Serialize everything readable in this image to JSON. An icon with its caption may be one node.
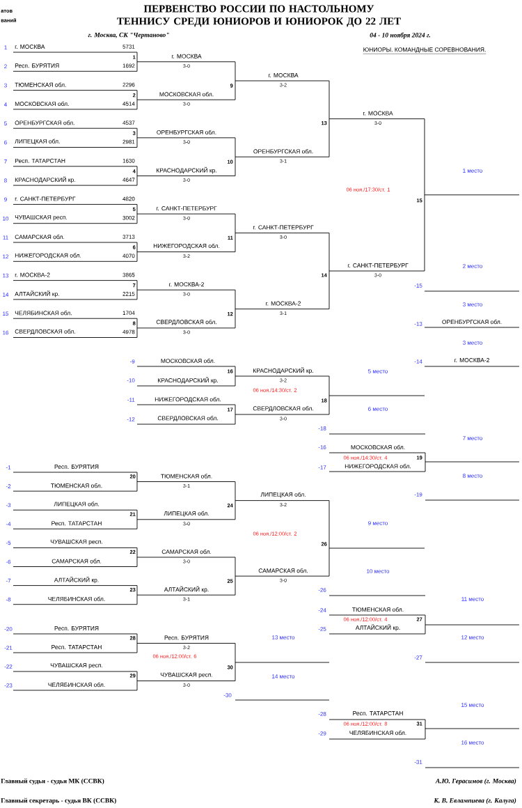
{
  "diagram": {
    "title": "ПЕРВЕНСТВО РОССИИ ПО НАСТОЛЬНОМУ ТЕННИСУ СРЕДИ ЮНИОРОВ И ЮНИОРОК ДО 22 ЛЕТ",
    "labels": [
      "атов",
      "ваний",
      "г. Москва, СК \"Чертаново\"",
      "04 - 10 ноября 2024 г.",
      "ЮНИОРЫ. КОМАНДНЫЕ СОРЕВНОВАНИЯ.",
      "1",
      "г. МОСКВА",
      "5731",
      "1",
      "2",
      "Респ. БУРЯТИЯ",
      "1692",
      "3",
      "ТЮМЕНСКАЯ обл.",
      "2296",
      "2",
      "4",
      "МОСКОВСКАЯ обл.",
      "4514",
      "5",
      "ОРЕНБУРГСКАЯ обл.",
      "4537",
      "3",
      "6",
      "ЛИПЕЦКАЯ обл.",
      "2981",
      "7",
      "Респ. ТАТАРСТАН",
      "1630",
      "4",
      "8",
      "КРАСНОДАРСКИЙ кр.",
      "4647",
      "9",
      "г. САНКТ-ПЕТЕРБУРГ",
      "4820",
      "5",
      "10",
      "ЧУВАШСКАЯ респ.",
      "3002",
      "11",
      "САМАРСКАЯ обл.",
      "3713",
      "6",
      "12",
      "НИЖЕГОРОДСКАЯ обл.",
      "4070",
      "13",
      "г. МОСКВА-2",
      "3865",
      "7",
      "14",
      "АЛТАЙСКИЙ кр.",
      "2215",
      "15",
      "ЧЕЛЯБИНСКАЯ обл.",
      "1704",
      "8",
      "16",
      "СВЕРДЛОВСКАЯ обл.",
      "4978",
      "г. МОСКВА",
      "3-0",
      "МОСКОВСКАЯ обл.",
      "3-0",
      "ОРЕНБУРГСКАЯ обл.",
      "3-0",
      "КРАСНОДАРСКИЙ кр.",
      "3-0",
      "г. САНКТ-ПЕТЕРБУРГ",
      "3-0",
      "НИЖЕГОРОДСКАЯ обл.",
      "3-2",
      "г. МОСКВА-2",
      "3-0",
      "СВЕРДЛОВСКАЯ обл.",
      "3-0",
      "9",
      "г. МОСКВА",
      "3-2",
      "10",
      "ОРЕНБУРГСКАЯ обл.",
      "3-1",
      "11",
      "г. САНКТ-ПЕТЕРБУРГ",
      "3-0",
      "12",
      "г. МОСКВА-2",
      "3-1",
      "13",
      "г. МОСКВА",
      "3-0",
      "14",
      "г. САНКТ-ПЕТЕРБУРГ",
      "3-0",
      "15",
      "06 ноя./17:30/ст. 1",
      "1 место",
      "2 место",
      "-15",
      "3 место",
      "-13",
      "ОРЕНБУРГСКАЯ обл.",
      "3 место",
      "-9",
      "МОСКОВСКАЯ обл.",
      "-14",
      "г. МОСКВА-2",
      "16",
      "-10",
      "КРАСНОДАРСКИЙ кр.",
      "-11",
      "НИЖЕГОРОДСКАЯ обл.",
      "17",
      "-12",
      "СВЕРДЛОВСКАЯ обл.",
      "КРАСНОДАРСКИЙ кр.",
      "3-2",
      "06 ноя./14:30/ст. 2",
      "СВЕРДЛОВСКАЯ обл.",
      "3-0",
      "18",
      "5 место",
      "6 место",
      "-18",
      "-16",
      "МОСКОВСКАЯ обл.",
      "06 ноя./14:30/ст. 4",
      "19",
      "-17",
      "НИЖЕГОРОДСКАЯ обл.",
      "7 место",
      "8 место",
      "-19",
      "-1",
      "Респ. БУРЯТИЯ",
      "20",
      "-2",
      "ТЮМЕНСКАЯ обл.",
      "-3",
      "ЛИПЕЦКАЯ обл.",
      "21",
      "-4",
      "Респ. ТАТАРСТАН",
      "-5",
      "ЧУВАШСКАЯ респ.",
      "22",
      "-6",
      "САМАРСКАЯ обл.",
      "-7",
      "АЛТАЙСКИЙ кр.",
      "23",
      "-8",
      "ЧЕЛЯБИНСКАЯ обл.",
      "ТЮМЕНСКАЯ обл.",
      "3-1",
      "ЛИПЕЦКАЯ обл.",
      "3-0",
      "САМАРСКАЯ обл.",
      "3-0",
      "АЛТАЙСКИЙ кр.",
      "3-1",
      "24",
      "ЛИПЕЦКАЯ обл.",
      "3-2",
      "06 ноя./12:00/ст. 2",
      "25",
      "САМАРСКАЯ обл.",
      "3-0",
      "26",
      "9 место",
      "10 место",
      "-26",
      "-24",
      "ТЮМЕНСКАЯ обл.",
      "06 ноя./12:00/ст. 4",
      "27",
      "-25",
      "АЛТАЙСКИЙ кр.",
      "11 место",
      "12 место",
      "-27",
      "-20",
      "Респ. БУРЯТИЯ",
      "28",
      "-21",
      "Респ. ТАТАРСТАН",
      "-22",
      "ЧУВАШСКАЯ респ.",
      "29",
      "-23",
      "ЧЕЛЯБИНСКАЯ обл.",
      "Респ. БУРЯТИЯ",
      "3-2",
      "06 ноя./12:00/ст. 6",
      "ЧУВАШСКАЯ респ.",
      "3-0",
      "30",
      "13 место",
      "14 место",
      "-30",
      "-28",
      "Респ. ТАТАРСТАН",
      "06 ноя./12:00/ст. 8",
      "31",
      "-29",
      "ЧЕЛЯБИНСКАЯ обл.",
      "15 место",
      "16 место",
      "-31",
      "Главный судья - судья МК (ССВК)",
      "А.Ю. Герасимов (г. Москва)",
      "Главный секретарь - судья ВК (ССВК)",
      "К. В. Евлампиева (г. Калуга)"
    ]
  }
}
